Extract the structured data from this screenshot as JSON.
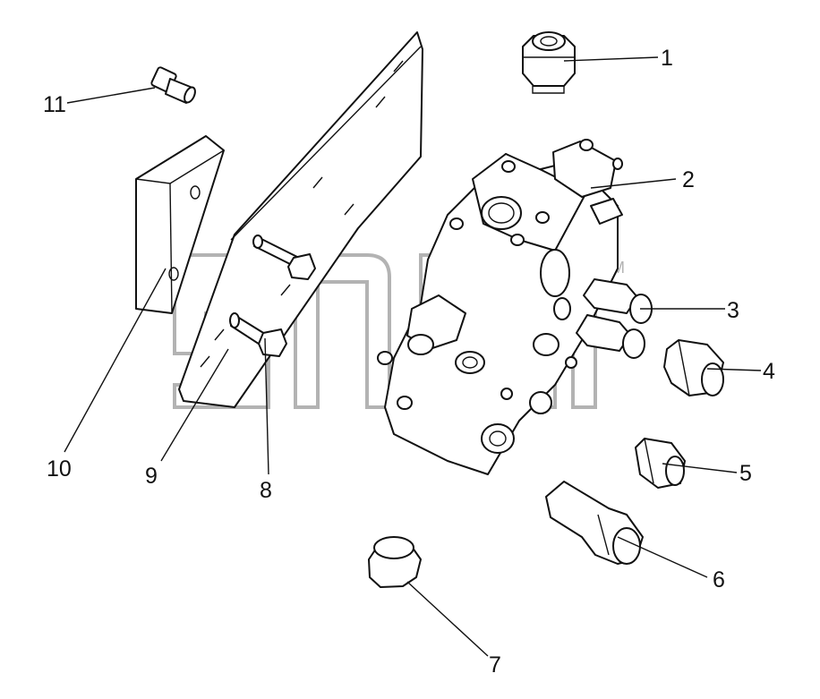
{
  "callouts": [
    {
      "id": "c1",
      "label": "1"
    },
    {
      "id": "c2",
      "label": "2"
    },
    {
      "id": "c3",
      "label": "3"
    },
    {
      "id": "c4",
      "label": "4"
    },
    {
      "id": "c5",
      "label": "5"
    },
    {
      "id": "c6",
      "label": "6"
    },
    {
      "id": "c7",
      "label": "7"
    },
    {
      "id": "c8",
      "label": "8"
    },
    {
      "id": "c9",
      "label": "9"
    },
    {
      "id": "c10",
      "label": "10"
    },
    {
      "id": "c11",
      "label": "11"
    }
  ],
  "watermark": "ЭПЕ",
  "colors": {
    "line": "#111111",
    "watermark": "#b3b3b3",
    "background": "#ffffff"
  }
}
